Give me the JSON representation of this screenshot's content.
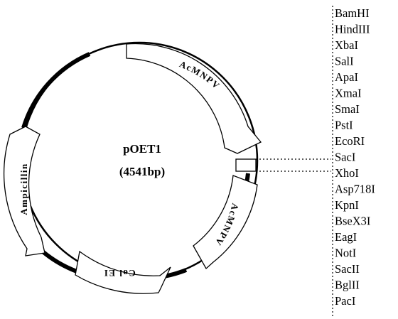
{
  "plasmid": {
    "name": "pOET1",
    "size": "(4541bp)"
  },
  "features": {
    "acmnpv_upper": "AcMNPV",
    "acmnpv_lower": "AcMNPV",
    "ampicillin": "Ampicillin",
    "col_e1": "Col EI"
  },
  "mcs_sites": [
    "BamHI",
    "HindIII",
    "XbaI",
    "SalI",
    "ApaI",
    "XmaI",
    "SmaI",
    "PstI",
    "EcoRI",
    "SacI",
    "XhoI",
    "Asp718I",
    "KpnI",
    "BseX3I",
    "EagI",
    "NotI",
    "SacII",
    "BglII",
    "PacI"
  ],
  "colors": {
    "stroke": "#000000",
    "fill": "#ffffff"
  }
}
